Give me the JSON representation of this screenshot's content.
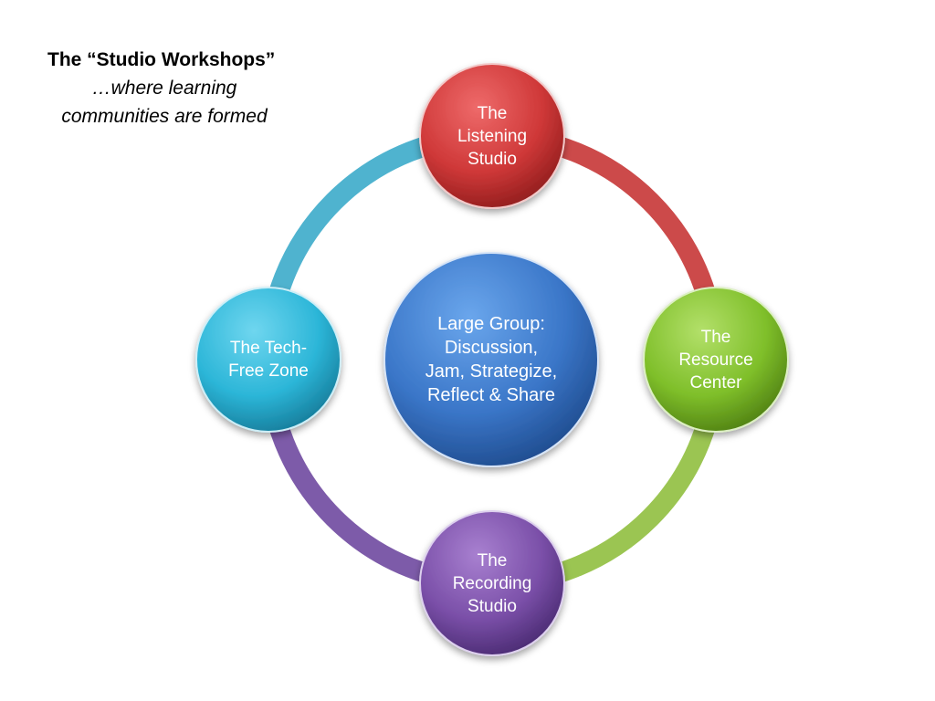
{
  "title": {
    "heading": "The “Studio Workshops”",
    "subtitle": "…where learning communities are formed"
  },
  "center_node": {
    "label": "Large Group:\nDiscussion,\nJam, Strategize,\nReflect & Share",
    "color": "#3a76c8"
  },
  "nodes": [
    {
      "label": "The\nListening\nStudio",
      "color": "#cf3b3b",
      "ring_color": "#cc4a4a"
    },
    {
      "label": "The\nResource\nCenter",
      "color": "#7fbf2a",
      "ring_color": "#9bc552"
    },
    {
      "label": "The\nRecording\nStudio",
      "color": "#7a4fa8",
      "ring_color": "#7d5ba9"
    },
    {
      "label": "The Tech-\nFree Zone",
      "color": "#2cb6d8",
      "ring_color": "#4fb3cf"
    }
  ]
}
